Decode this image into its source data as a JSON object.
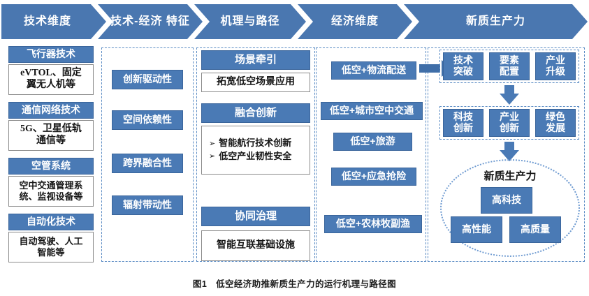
{
  "figure": {
    "caption": "图1　低空经济助推新质生产力的运行机理与路径图",
    "accent_blue": "#4a7ab5",
    "header_blue": "#4a77b0",
    "dash_blue": "#5b8cc4"
  },
  "header": {
    "chevrons": [
      {
        "label": "技术维度"
      },
      {
        "label": "技术-经济\n特征"
      },
      {
        "label": "机理与路径"
      },
      {
        "label": "经济维度"
      },
      {
        "label": "新质生产力"
      }
    ]
  },
  "col_tech": {
    "groups": [
      {
        "title": "飞行器技术",
        "detail": "eVTOL、固定\n翼无人机等"
      },
      {
        "title": "通信网络技术",
        "detail": "5G、卫星低轨\n通信等"
      },
      {
        "title": "空管系统",
        "detail": "空中交通管理系\n统、监视设备等"
      },
      {
        "title": "自动化技术",
        "detail": "自动驾驶、人工\n智能等"
      }
    ]
  },
  "col_features": {
    "items": [
      {
        "label": "创新驱动性"
      },
      {
        "label": "空间依赖性"
      },
      {
        "label": "跨界融合性"
      },
      {
        "label": "辐射带动性"
      }
    ]
  },
  "col_mechanism": {
    "groups": [
      {
        "title": "场景牵引",
        "detail": "拓宽低空场景应用",
        "bullets": []
      },
      {
        "title": "融合创新",
        "detail": "",
        "bullets": [
          "智能航行技术创新",
          "低空产业韧性安全"
        ]
      },
      {
        "title": "协同治理",
        "detail": "智能互联基础设施",
        "bullets": []
      }
    ],
    "bullet_glyph": "➢"
  },
  "col_economy": {
    "items": [
      {
        "label": "低空+物流配送"
      },
      {
        "label": "低空+城市空中交通"
      },
      {
        "label": "低空+旅游"
      },
      {
        "label": "低空+应急抢险"
      },
      {
        "label": "低空+农林牧副渔"
      }
    ]
  },
  "col_productivity": {
    "row_one": [
      {
        "label": "技术\n突破"
      },
      {
        "label": "要素\n配置"
      },
      {
        "label": "产业\n升级"
      }
    ],
    "row_two": [
      {
        "label": "科技\n创新"
      },
      {
        "label": "产业\n创新"
      },
      {
        "label": "绿色\n发展"
      }
    ],
    "ellipse": {
      "title": "新质生产力",
      "top": {
        "label": "高科技"
      },
      "bottom": [
        {
          "label": "高性能"
        },
        {
          "label": "高质量"
        }
      ]
    }
  }
}
